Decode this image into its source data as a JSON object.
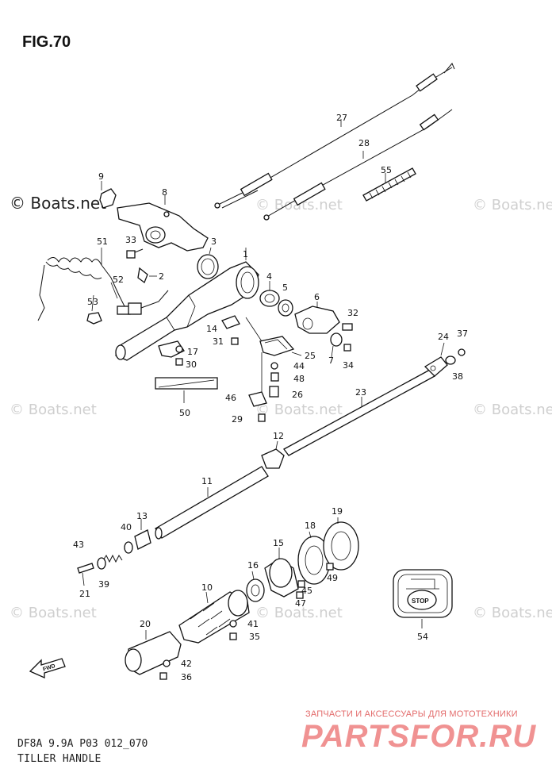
{
  "figure": {
    "title": "FIG.70",
    "model": "DF8A 9.9A P03 012_070",
    "caption": "TILLER HANDLE"
  },
  "watermark": {
    "text": "© Boats.net"
  },
  "branding": {
    "ru_tagline": "ЗАПЧАСТИ И АКСЕССУАРЫ ДЛЯ МОТОТЕХНИКИ",
    "ru_site": "PARTSFOR.RU"
  },
  "stop_label": "STOP",
  "fwd_label": "FWD",
  "parts": [
    {
      "n": "1"
    },
    {
      "n": "3"
    },
    {
      "n": "4"
    },
    {
      "n": "5"
    },
    {
      "n": "6"
    },
    {
      "n": "7"
    },
    {
      "n": "8"
    },
    {
      "n": "9"
    },
    {
      "n": "10"
    },
    {
      "n": "11"
    },
    {
      "n": "12"
    },
    {
      "n": "13"
    },
    {
      "n": "14"
    },
    {
      "n": "15"
    },
    {
      "n": "16"
    },
    {
      "n": "17"
    },
    {
      "n": "18"
    },
    {
      "n": "19"
    },
    {
      "n": "20"
    },
    {
      "n": "21"
    },
    {
      "n": "23"
    },
    {
      "n": "24"
    },
    {
      "n": "25"
    },
    {
      "n": "26"
    },
    {
      "n": "27"
    },
    {
      "n": "28"
    },
    {
      "n": "29"
    },
    {
      "n": "30"
    },
    {
      "n": "31"
    },
    {
      "n": "32"
    },
    {
      "n": "33"
    },
    {
      "n": "34"
    },
    {
      "n": "35"
    },
    {
      "n": "36"
    },
    {
      "n": "37"
    },
    {
      "n": "38"
    },
    {
      "n": "39"
    },
    {
      "n": "40"
    },
    {
      "n": "41"
    },
    {
      "n": "42"
    },
    {
      "n": "43"
    },
    {
      "n": "44"
    },
    {
      "n": "45"
    },
    {
      "n": "46"
    },
    {
      "n": "47"
    },
    {
      "n": "48"
    },
    {
      "n": "49"
    },
    {
      "n": "50"
    },
    {
      "n": "51"
    },
    {
      "n": "52"
    },
    {
      "n": "53"
    },
    {
      "n": "54"
    },
    {
      "n": "55"
    },
    {
      "n": "2"
    }
  ]
}
